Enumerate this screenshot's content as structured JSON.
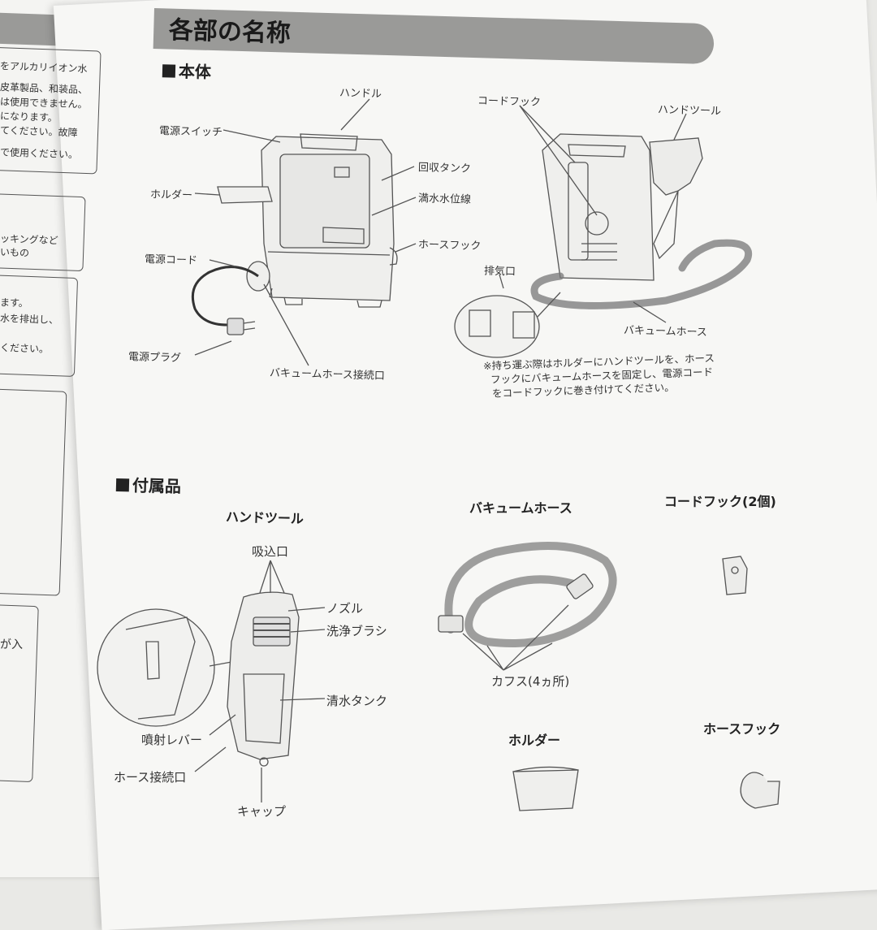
{
  "page": {
    "title": "各部の名称",
    "section_body": "本体",
    "section_accessories": "付属品"
  },
  "left_page": {
    "lines": [
      "をアルカリイオン水",
      "皮革製品、和装品、",
      "は使用できません。",
      "になります。",
      "てください。故障",
      "で使用ください。",
      "ッキングなど",
      "いもの",
      "ます。",
      "水を排出し、",
      "ください。",
      "が入"
    ]
  },
  "body_labels": {
    "handle": "ハンドル",
    "power_switch": "電源スイッチ",
    "holder": "ホルダー",
    "recovery_tank": "回収タンク",
    "full_water_line": "満水水位線",
    "hose_hook": "ホースフック",
    "power_cord": "電源コード",
    "power_plug": "電源プラグ",
    "vacuum_hose_port": "バキュームホース接続口",
    "cord_hook": "コードフック",
    "hand_tool": "ハンドツール",
    "exhaust": "排気口",
    "vacuum_hose": "バキュームホース"
  },
  "note": {
    "line1": "※持ち運ぶ際はホルダーにハンドツールを、ホース",
    "line2": "フックにバキュームホースを固定し、電源コード",
    "line3": "をコードフックに巻き付けてください。"
  },
  "accessories": {
    "hand_tool": "ハンドツール",
    "suction": "吸込口",
    "nozzle": "ノズル",
    "brush": "洗浄ブラシ",
    "water_tank": "清水タンク",
    "spray_lever": "噴射レバー",
    "hose_port": "ホース接続口",
    "cap": "キャップ",
    "vacuum_hose": "バキュームホース",
    "cuffs": "カフス(4ヵ所)",
    "cord_hook": "コードフック(2個)",
    "holder": "ホルダー",
    "hose_hook": "ホースフック"
  }
}
